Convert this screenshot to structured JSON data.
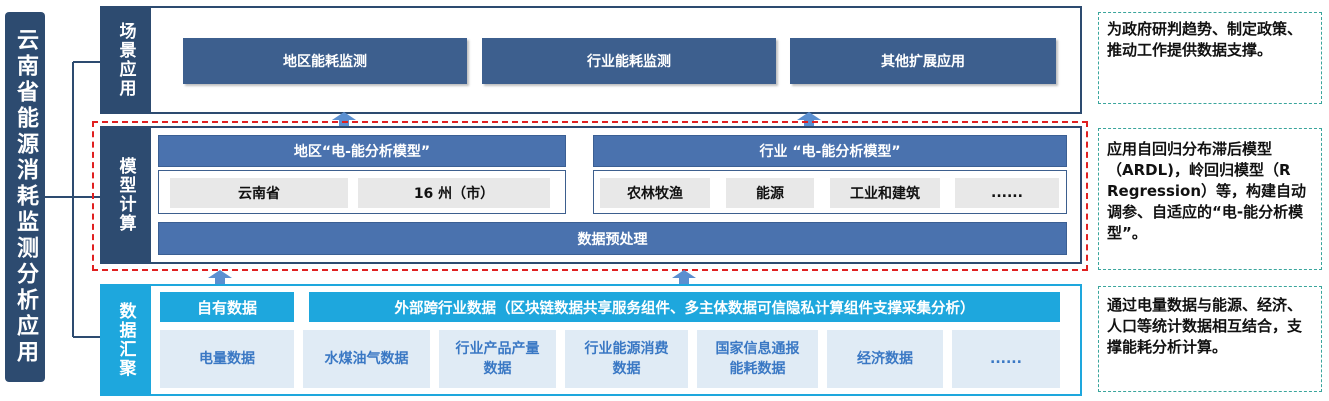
{
  "system_title": "云南省能源消耗监测分析应用",
  "layers": {
    "scene": {
      "label": "场景应用",
      "items": [
        "地区能耗监测",
        "行业能耗监测",
        "其他扩展应用"
      ]
    },
    "model": {
      "label": "模型计算",
      "region_model": {
        "title": "地区“电-能分析模型”",
        "items": [
          "云南省",
          "16 州（市）"
        ]
      },
      "industry_model": {
        "title": "行业 “电-能分析模型”",
        "items": [
          "农林牧渔",
          "能源",
          "工业和建筑",
          "......"
        ]
      },
      "preprocess": "数据预处理"
    },
    "data": {
      "label": "数据汇聚",
      "own_data": "自有数据",
      "external_data": "外部跨行业数据（区块链数据共享服务组件、多主体数据可信隐私计算组件支撑采集分析）",
      "items": [
        "电量数据",
        "水煤油气数据",
        "行业产品产量\n数据",
        "行业能源消费\n数据",
        "国家信息通报\n能耗数据",
        "经济数据",
        "......"
      ]
    }
  },
  "notes": [
    "为政府研判趋势、制定政策、推动工作提供数据支撑。",
    "应用自回归分布滞后模型（ARDL)，岭回归模型（R Regression）等，构建自动调参、自适应的“电-能分析模型”。",
    "通过电量数据与能源、经济、人口等统计数据相互结合，支撑能耗分析计算。"
  ],
  "colors": {
    "navy": "#2d4b70",
    "button_blue": "#3d5f8e",
    "model_bar": "#4a72ae",
    "cyan": "#1ea7dd",
    "light_blue": "#e0ebf5",
    "dashed_red": "#e02020",
    "note_border": "#3aa59c",
    "arrow": "#5b8fd0"
  }
}
